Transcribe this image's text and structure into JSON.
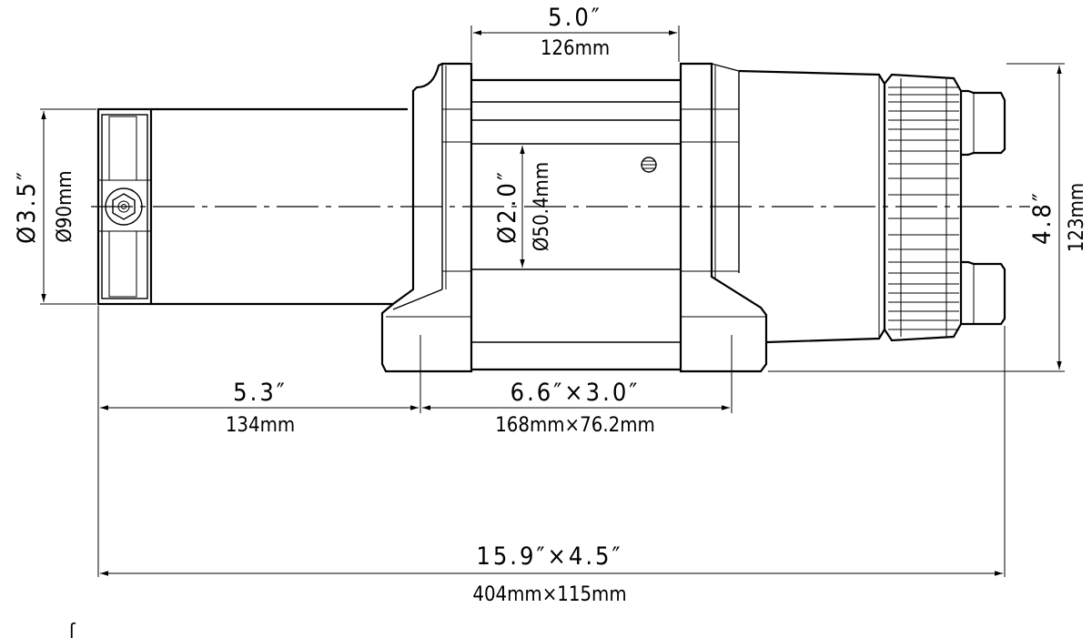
{
  "drawing": {
    "title": "",
    "dimensions": {
      "drum_width_in": "5.0″",
      "drum_width_mm": "126mm",
      "motor_dia_in": "Ø3.5″",
      "motor_dia_mm": "Ø90mm",
      "drum_dia_in": "Ø2.0″",
      "drum_dia_mm": "Ø50.4mm",
      "height_in": "4.8″",
      "height_mm": "123mm",
      "motor_len_in": "5.3″",
      "motor_len_mm": "134mm",
      "mount_in": "6.6″×3.0″",
      "mount_mm": "168mm×76.2mm",
      "overall_in": "15.9″×4.5″",
      "overall_mm": "404mm×115mm"
    },
    "stray_mark": "ʃ"
  }
}
